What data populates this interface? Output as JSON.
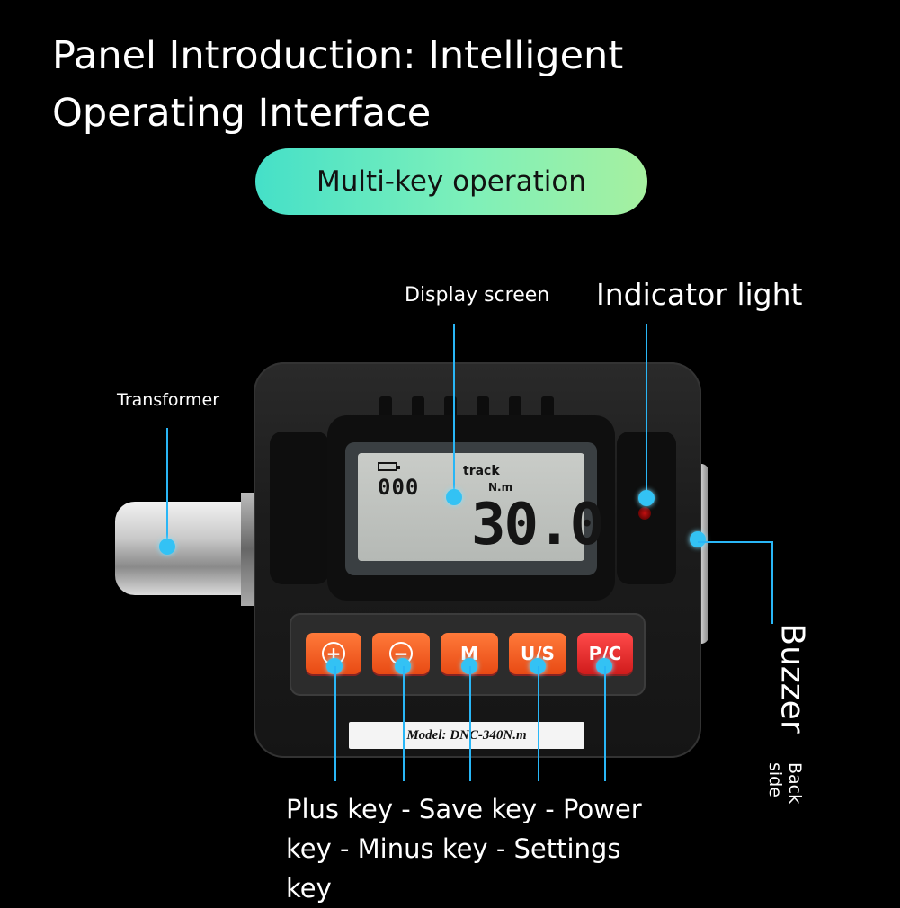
{
  "title": "Panel Introduction: Intelligent Operating Interface",
  "pill_label": "Multi-key operation",
  "labels": {
    "display_screen": "Display screen",
    "indicator_light": "Indicator light",
    "transformer": "Transformer",
    "buzzer": "Buzzer",
    "back_side": "Back side",
    "keys": "Plus key - Save key - Power key - Minus key - Settings key"
  },
  "lcd": {
    "small_digits": "000",
    "mode": "track",
    "unit": "N.m",
    "value": "30.0"
  },
  "keys": [
    {
      "id": "plus",
      "label": "+"
    },
    {
      "id": "minus",
      "label": "−"
    },
    {
      "id": "m",
      "label": "M"
    },
    {
      "id": "us",
      "label": "U/S"
    },
    {
      "id": "pc",
      "label": "P/C"
    }
  ],
  "model_plate": "Model:  DNC-340N.m",
  "colors": {
    "background": "#000000",
    "pill_start": "#45e0c8",
    "pill_end": "#a6f0a0",
    "callout": "#29b6f6",
    "key": "#f05a1e",
    "key_pc": "#e02a2a"
  }
}
